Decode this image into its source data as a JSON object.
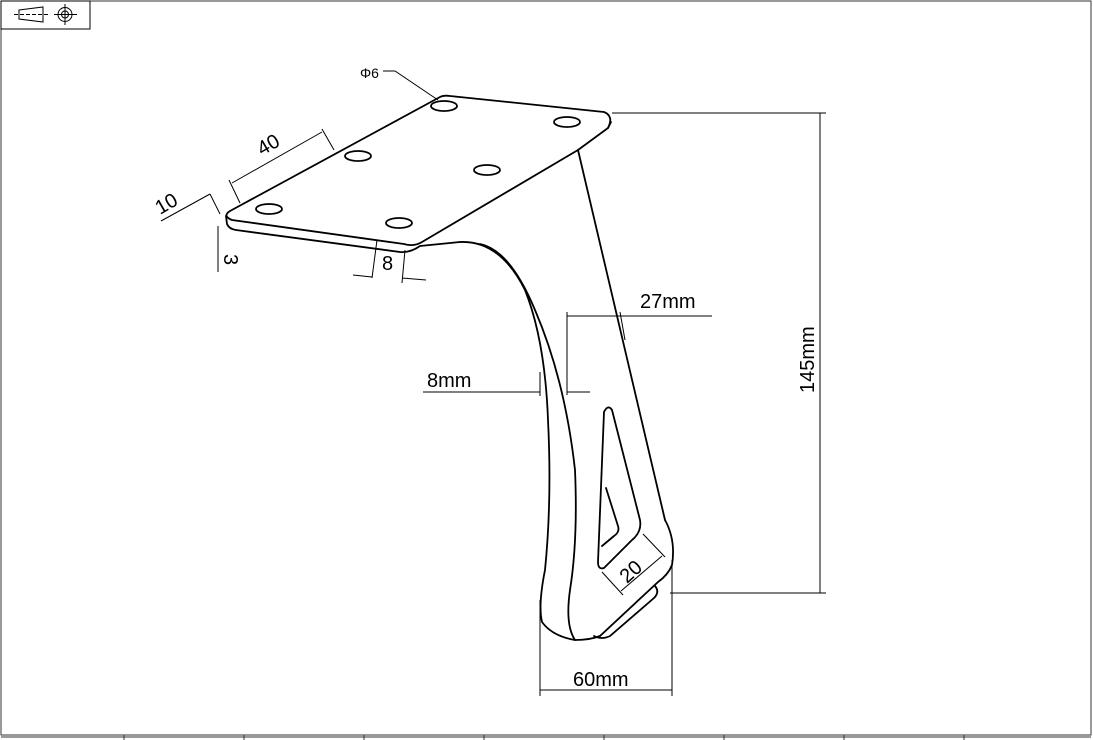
{
  "drawing": {
    "title": "Bracket leg isometric drawing",
    "dimensions": {
      "hole_diameter": "Φ6",
      "hole_spacing": "40",
      "edge_offset": "10",
      "plate_thickness": "3",
      "edge_distance": "8",
      "total_height": "145mm",
      "arm_width": "27mm",
      "leg_thickness": "8mm",
      "slot_width": "20",
      "foot_width": "60mm"
    },
    "symbols": {
      "projection_symbol": "first-angle-projection-icon"
    }
  }
}
